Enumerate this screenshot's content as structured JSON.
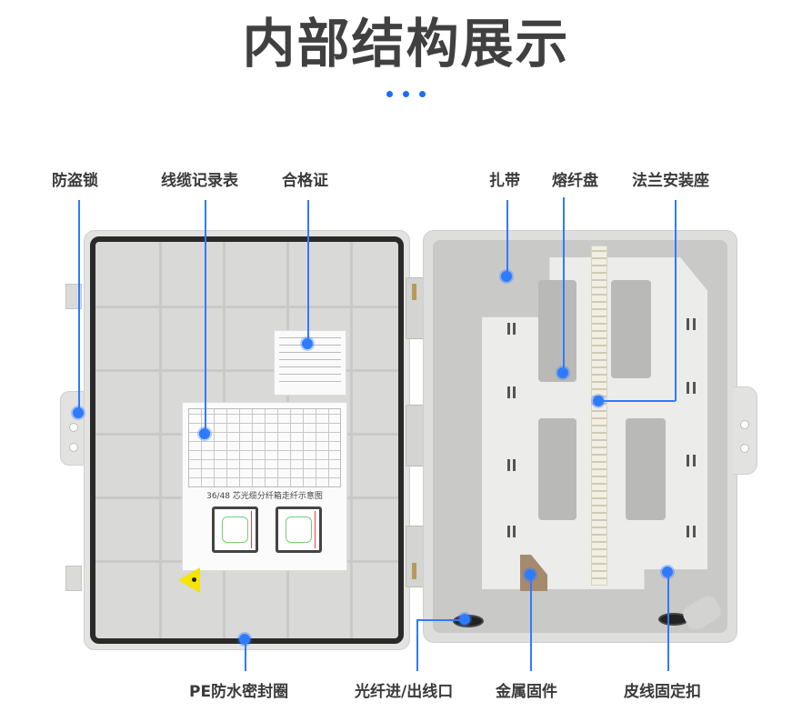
{
  "header": {
    "title": "内部结构展示",
    "dots_color": "#1a6dff"
  },
  "accent_color": "#2f7bff",
  "callouts_top": [
    {
      "id": "anti-theft-lock",
      "label": "防盗锁"
    },
    {
      "id": "cable-record-sheet",
      "label": "线缆记录表"
    },
    {
      "id": "certificate",
      "label": "合格证"
    },
    {
      "id": "cable-tie",
      "label": "扎带"
    },
    {
      "id": "splice-tray",
      "label": "熔纤盘"
    },
    {
      "id": "adapter-mount",
      "label": "法兰安装座"
    }
  ],
  "callouts_bottom": [
    {
      "id": "pe-waterproof-seal",
      "label": "PE防水密封圈"
    },
    {
      "id": "fiber-inlet-outlet",
      "label": "光纤进/出线口"
    },
    {
      "id": "metal-fixture",
      "label": "金属固件"
    },
    {
      "id": "drop-cable-clamp",
      "label": "皮线固定扣"
    }
  ],
  "record_sheet": {
    "caption": "36/48 芯光缆分纤箱走纤示意图"
  }
}
